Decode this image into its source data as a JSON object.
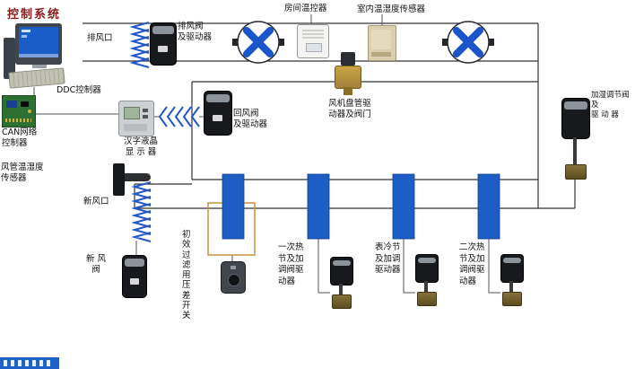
{
  "title": "控制系统",
  "colors": {
    "title_red": "#8b1a1a",
    "damper_blue": "#2156cc",
    "fan_blade": "#1b55cc",
    "coil_blue": "#1d5ec6",
    "filter_orange": "#cf8f3f",
    "brass": "#a3803a",
    "screen_blue": "#1a5cc8"
  },
  "labels": {
    "exhaust_outlet": "排风口",
    "exhaust_valve_driver": "排风阀\n及驱动器",
    "room_thermostat": "房间温控器",
    "indoor_temp_humidity_sensor": "室内温湿度传感器",
    "humidifier_valve_driver": "加湿调节阀及\n驱 动 器",
    "ddc_controller": "DDC控制器",
    "can_network_controller": "CAN网络\n控制器",
    "lcd_display": "汉字液晶\n显 示 器",
    "return_valve_driver": "回风阀\n及驱动器",
    "fan_coil_driver_valve": "风机盘管驱\n动器及阀门",
    "duct_temp_humidity_sensor": "风管温湿度\n传感器",
    "fresh_air_inlet": "新风口",
    "fresh_air_valve": "新 风\n阀",
    "filter_pressure_switch": "初\n效\n过\n滤\n用\n压\n差\n开\n关",
    "primary_heat_valve_driver": "一次热\n节及加\n调阀驱\n动器",
    "cooling_valve_driver": "表冷节\n及加调\n驱动器",
    "secondary_heat_valve_driver": "二次热\n节及加\n调阀驱\n动器"
  },
  "icons": {
    "fan-icon": "white circle with blue X blades",
    "damper-icon": "blue chevron zigzag",
    "network-link-icon": "blue chevron zigzag",
    "valve-actuator-icon": "black motor head on brass valve",
    "computer-icon": "CRT monitor with keyboard and tower",
    "circuit-board-icon": "green PCB card",
    "ddc-controller-icon": "grey controller with LCD",
    "thermostat-icon": "white wall thermostat",
    "room-sensor-icon": "beige wall sensor",
    "duct-probe-icon": "black duct probe",
    "pressure-switch-icon": "dark pressure switch",
    "coil-icon": "blue vertical coil bar"
  }
}
